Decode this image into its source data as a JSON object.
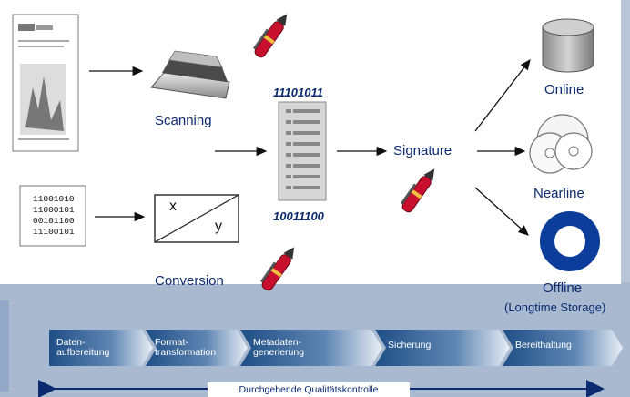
{
  "labels": {
    "scanning": "Scanning",
    "conversion": "Conversion",
    "signature": "Signature",
    "online": "Online",
    "nearline": "Nearline",
    "offline": "Offline",
    "offline_note": "(Longtime Storage)"
  },
  "bitstrings": {
    "top": "11101011",
    "bottom": "10011100"
  },
  "binary_lines": [
    "11001010",
    "11000101",
    "00101100",
    "11100101"
  ],
  "conversion_box": {
    "x": "x",
    "y": "y"
  },
  "process_steps": [
    {
      "line1": "Daten-",
      "line2": "aufbereitung"
    },
    {
      "line1": "Format-",
      "line2": "transformation"
    },
    {
      "line1": "Metadaten-",
      "line2": "generierung"
    },
    {
      "line1": "Sicherung",
      "line2": ""
    },
    {
      "line1": "Bereithaltung",
      "line2": ""
    }
  ],
  "quality_bar": "Durchgehende Qualitätskontrolle",
  "colors": {
    "brand_blue": "#0b2a6f",
    "chevron_dark": "#1f4f86",
    "chevron_light": "#e9eef5",
    "pen_red": "#c8102e",
    "disk_blue": "#0d3d9a"
  },
  "icons": [
    "document-icon",
    "scanner-icon",
    "pen-icon",
    "metadata-document-icon",
    "database-icon",
    "cd-stack-icon",
    "ring-disk-icon",
    "binary-code-icon",
    "conversion-box-icon"
  ]
}
